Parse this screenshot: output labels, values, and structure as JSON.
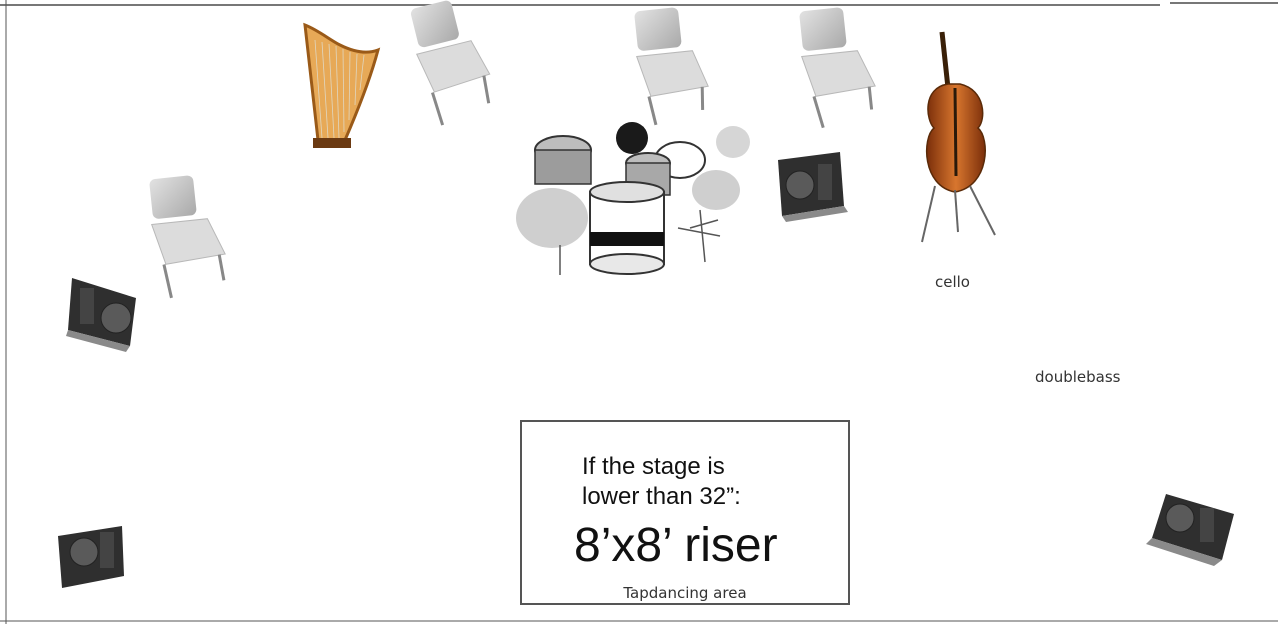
{
  "labels": {
    "cello": "cello",
    "doublebass": "doublebass"
  },
  "riser": {
    "condition_line1": "If the stage is",
    "condition_line2": "lower than 32”:",
    "size": "8’x8’ riser",
    "area": "Tapdancing area"
  },
  "icons": [
    "harp-icon",
    "chair-icon",
    "drum-kit-icon",
    "monitor-speaker-icon",
    "cello-icon",
    "doublebass-icon",
    "keyboard-icon",
    "mic-stand-icon"
  ],
  "colors": {
    "wood": "#c2611f",
    "drum": "#cfcfcf",
    "speaker": "#3a3a3a"
  }
}
